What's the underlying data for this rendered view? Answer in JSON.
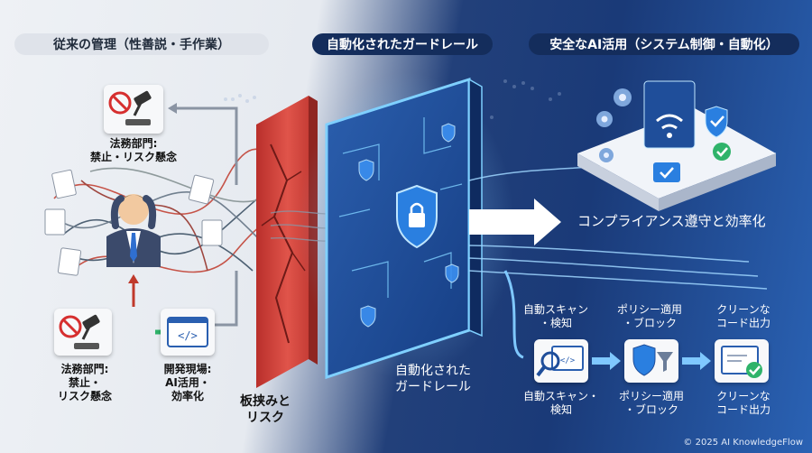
{
  "header": {
    "left_title": "従来の管理（性善説・手作業）",
    "center_title": "自動化されたガードレール",
    "right_title": "安全なAI活用（システム制御・自動化）"
  },
  "left": {
    "legal_top": "法務部門:\n禁止・リスク懸念",
    "legal_bottom": "法務部門:\n禁止・\nリスク懸念",
    "dev_site": "開発現場:\nAI活用・\n効率化",
    "wall_caption": "板挟みと\nリスク"
  },
  "center": {
    "caption": "自動化された\nガードレール"
  },
  "right": {
    "compliance": "コンプライアンス遵守と効率化",
    "steps_top": [
      "自動スキャン\n・検知",
      "ポリシー適用\n・ブロック",
      "クリーンな\nコード出力"
    ],
    "steps_bottom": [
      "自動スキャン・\n検知",
      "ポリシー適用\n・ブロック",
      "クリーンな\nコード出力"
    ]
  },
  "footer": {
    "copyright": "© 2025 AI KnowledgeFlow"
  },
  "colors": {
    "navy": "#142d5c",
    "wall_red": "#d9463e",
    "glow_blue": "#5fb6ff",
    "check_green": "#2fb36a"
  },
  "icons": [
    "gavel-icon",
    "prohibited-icon",
    "person-stressed-icon",
    "document-icon",
    "code-window-icon",
    "shield-lock-icon",
    "gear-icon",
    "wifi-icon",
    "check-icon",
    "magnifier-icon",
    "funnel-icon"
  ]
}
